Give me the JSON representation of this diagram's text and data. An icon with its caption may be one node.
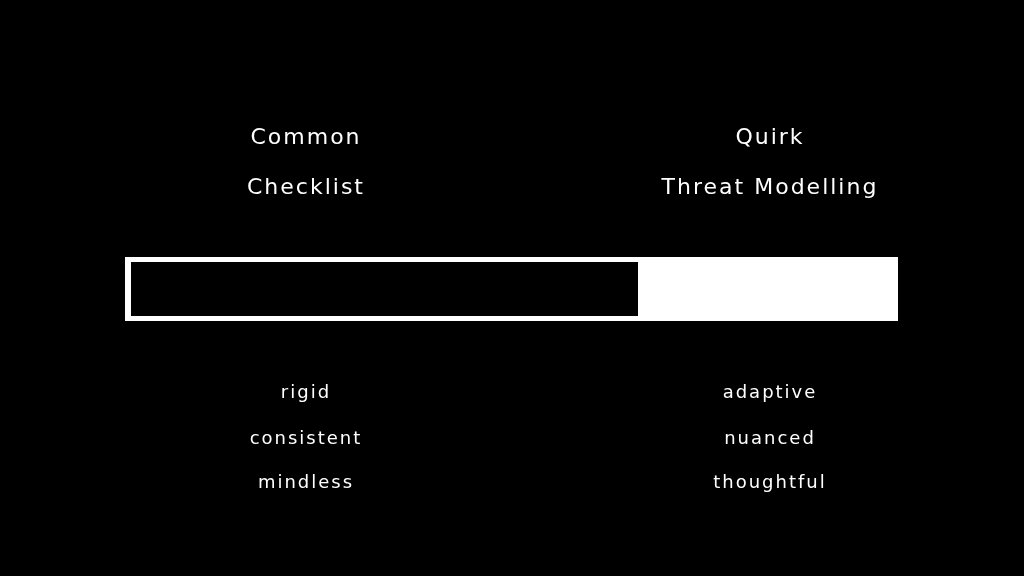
{
  "diagram": {
    "labels": [
      "Common",
      "Quirk",
      "Checklist",
      "Threat Modelling",
      "rigid",
      "adaptive",
      "consistent",
      "nuanced",
      "mindless",
      "thoughtful"
    ]
  }
}
